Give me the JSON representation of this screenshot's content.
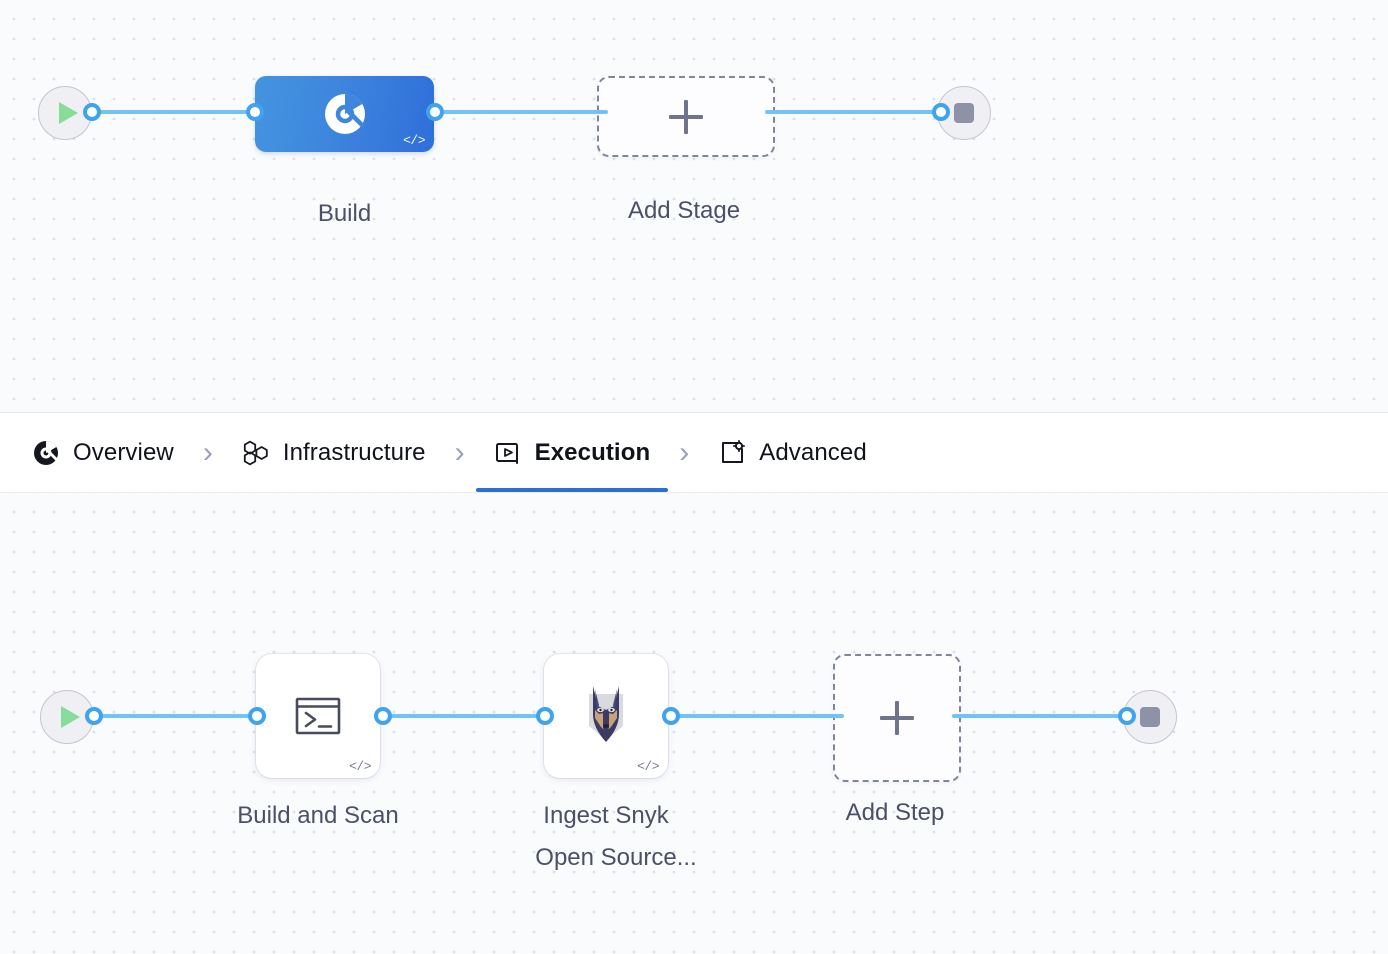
{
  "app": {
    "title": "Pipeline Studio Graph",
    "accent_blue": "#2b6fd4",
    "connector_blue": "#72c3f5",
    "canvas_bg": "#fafbfd",
    "stage_gradient_from": "#4494e0",
    "stage_gradient_to": "#2f6fda",
    "label_color": "#4c5066"
  },
  "stage_graph": {
    "start_node": {
      "name": "pipeline-start",
      "icon": "play-icon"
    },
    "end_node": {
      "name": "pipeline-end",
      "icon": "stop-icon"
    },
    "stages": [
      {
        "id": "build",
        "label": "Build",
        "icon": "build-circle-icon",
        "badge": "</>",
        "selected": true
      }
    ],
    "add_stage": {
      "label": "Add Stage",
      "icon": "plus-icon"
    }
  },
  "tabs": {
    "items": [
      {
        "id": "overview",
        "label": "Overview",
        "icon": "overview-circle-icon",
        "active": false
      },
      {
        "id": "infrastructure",
        "label": "Infrastructure",
        "icon": "hexagons-icon",
        "active": false
      },
      {
        "id": "execution",
        "label": "Execution",
        "icon": "play-box-icon",
        "active": true
      },
      {
        "id": "advanced",
        "label": "Advanced",
        "icon": "gear-frame-icon",
        "active": false
      }
    ],
    "separator": "›"
  },
  "step_graph": {
    "start_node": {
      "name": "execution-start",
      "icon": "play-icon"
    },
    "end_node": {
      "name": "execution-end",
      "icon": "stop-icon"
    },
    "steps": [
      {
        "id": "build-and-scan",
        "label": "Build and Scan",
        "icon": "terminal-icon",
        "badge": "</>"
      },
      {
        "id": "ingest-snyk-open-source",
        "label_line1": "Ingest Snyk",
        "label_line2": "Open Source...",
        "icon": "snyk-doberman-icon",
        "badge": "</>"
      }
    ],
    "add_step": {
      "label": "Add Step",
      "icon": "plus-icon"
    }
  }
}
